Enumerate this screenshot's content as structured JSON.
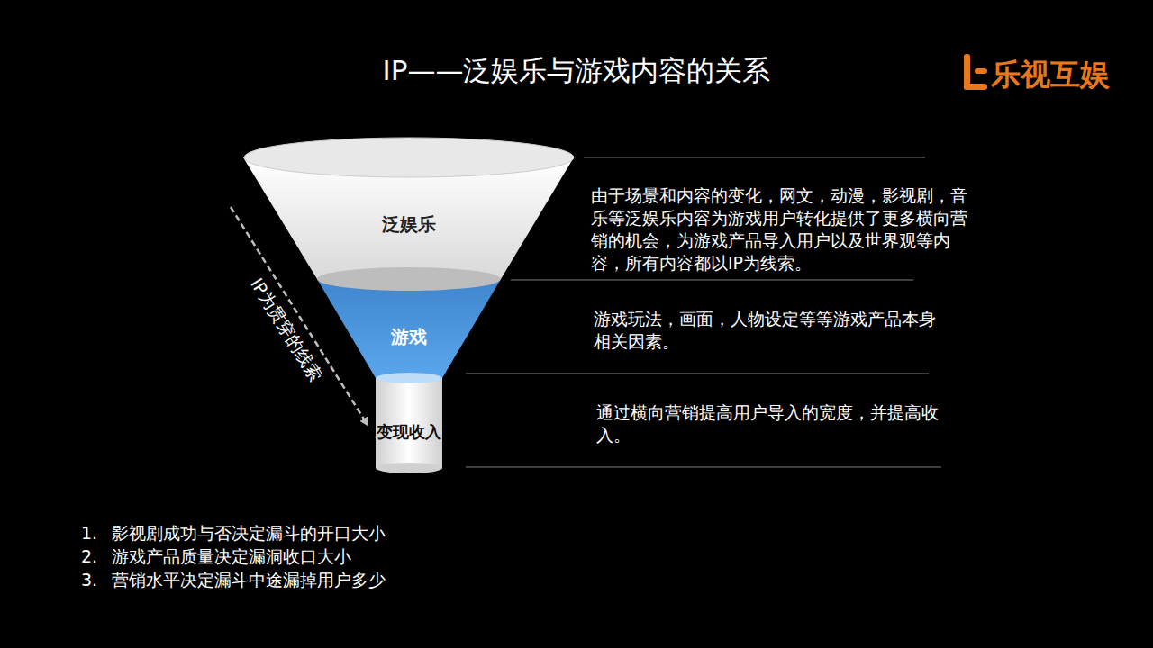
{
  "diagram": {
    "title": "IP——泛娱乐与游戏内容的关系",
    "nodes": [
      {
        "text": [
          "泛娱乐"
        ]
      },
      {
        "text": [
          "游戏"
        ]
      },
      {
        "text": [
          "变现收入"
        ]
      }
    ],
    "labels": [
      "乐视互娱",
      "由于场景和内容的变化，网文，动漫，影视剧，音乐等泛娱乐内容为游戏用户转化提供了更多横向营销的机会，为游戏产品导入用户以及世界观等内容，所有内容都以IP为线索。",
      "游戏玩法，画面，人物设定等等游戏产品本身相关因素。",
      "通过横向营销提高用户导入的宽度，并提高收入。",
      "IP为贯穿的线索",
      "1.",
      "影视剧成功与否决定漏斗的开口大小",
      "2.",
      "游戏产品质量决定漏洞收口大小",
      "3.",
      "营销水平决定漏斗中途漏掉用户多少"
    ]
  }
}
